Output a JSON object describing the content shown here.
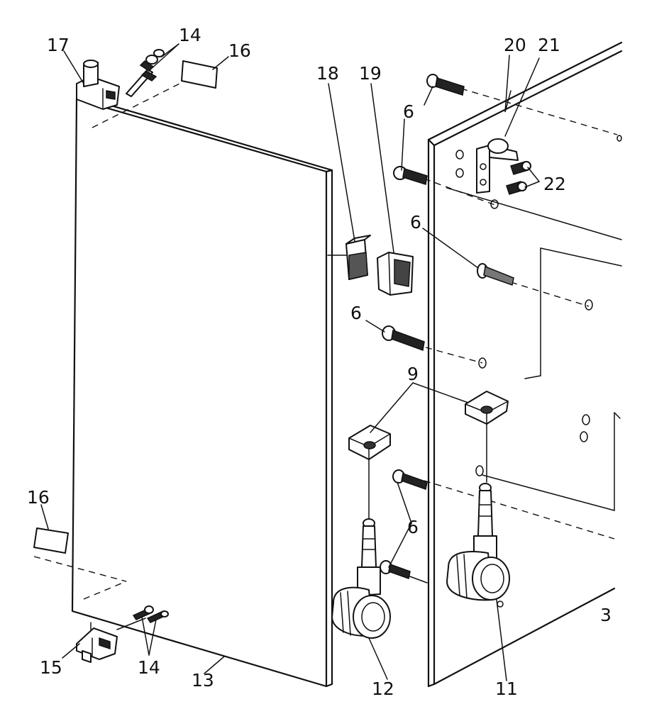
{
  "callouts": {
    "c3": "3",
    "c6": "6",
    "c9": "9",
    "c11": "11",
    "c12": "12",
    "c13": "13",
    "c14": "14",
    "c15": "15",
    "c16": "16",
    "c17": "17",
    "c18": "18",
    "c19": "19",
    "c20": "20",
    "c21": "21",
    "c22": "22"
  }
}
